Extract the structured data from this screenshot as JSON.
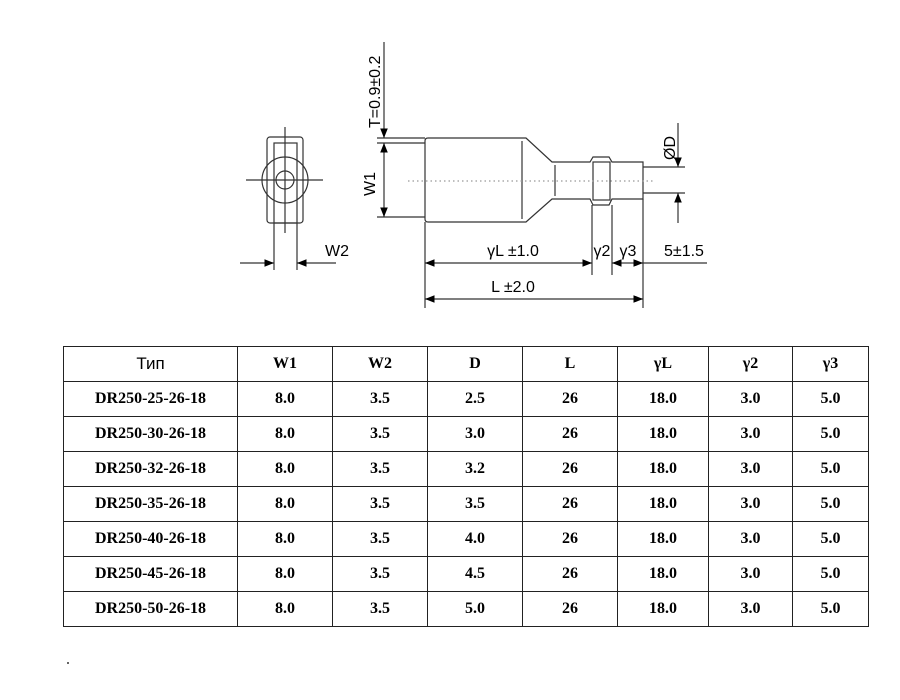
{
  "drawing": {
    "thickness_label": "T=0.9±0.2",
    "w1_label": "W1",
    "w2_label": "W2",
    "diameter_label": "ØD",
    "gamma_l_label": "γL ±1.0",
    "gamma2_label": "γ2",
    "gamma3_label": "γ3",
    "tail_label": "5±1.5",
    "length_label": "L ±2.0"
  },
  "table": {
    "headers": [
      "Тип",
      "W1",
      "W2",
      "D",
      "L",
      "γL",
      "γ2",
      "γ3"
    ],
    "rows": [
      [
        "DR250-25-26-18",
        "8.0",
        "3.5",
        "2.5",
        "26",
        "18.0",
        "3.0",
        "5.0"
      ],
      [
        "DR250-30-26-18",
        "8.0",
        "3.5",
        "3.0",
        "26",
        "18.0",
        "3.0",
        "5.0"
      ],
      [
        "DR250-32-26-18",
        "8.0",
        "3.5",
        "3.2",
        "26",
        "18.0",
        "3.0",
        "5.0"
      ],
      [
        "DR250-35-26-18",
        "8.0",
        "3.5",
        "3.5",
        "26",
        "18.0",
        "3.0",
        "5.0"
      ],
      [
        "DR250-40-26-18",
        "8.0",
        "3.5",
        "4.0",
        "26",
        "18.0",
        "3.0",
        "5.0"
      ],
      [
        "DR250-45-26-18",
        "8.0",
        "3.5",
        "4.5",
        "26",
        "18.0",
        "3.0",
        "5.0"
      ],
      [
        "DR250-50-26-18",
        "8.0",
        "3.5",
        "5.0",
        "26",
        "18.0",
        "3.0",
        "5.0"
      ]
    ]
  }
}
